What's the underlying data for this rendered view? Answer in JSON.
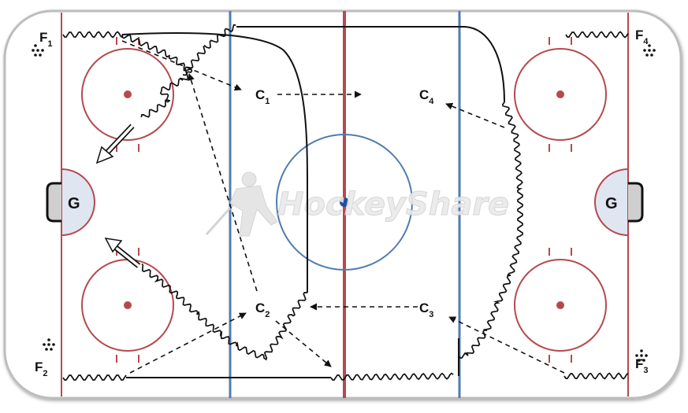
{
  "watermark": {
    "text": "HockeyShare"
  },
  "colors": {
    "red_line": "#b5494e",
    "blue_line": "#4f7cb0",
    "circle": "#b5494e",
    "center_circle": "#4f7cb0",
    "ink": "#111111"
  },
  "players": [
    {
      "id": "F1",
      "letter": "F",
      "sub": "1"
    },
    {
      "id": "F2",
      "letter": "F",
      "sub": "2"
    },
    {
      "id": "F3",
      "letter": "F",
      "sub": "3"
    },
    {
      "id": "F4",
      "letter": "F",
      "sub": "4"
    },
    {
      "id": "C1",
      "letter": "C",
      "sub": "1"
    },
    {
      "id": "C2",
      "letter": "C",
      "sub": "2"
    },
    {
      "id": "C3",
      "letter": "C",
      "sub": "3"
    },
    {
      "id": "C4",
      "letter": "C",
      "sub": "4"
    }
  ],
  "goalies": [
    {
      "id": "goalie-left",
      "label": "G"
    },
    {
      "id": "goalie-right",
      "label": "G"
    }
  ]
}
